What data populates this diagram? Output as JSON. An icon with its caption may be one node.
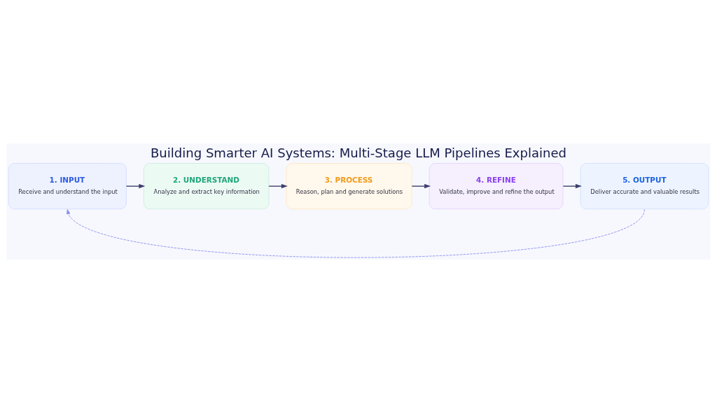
{
  "diagram": {
    "title": "Building Smarter AI Systems: Multi-Stage LLM Pipelines Explained",
    "nodes": [
      {
        "text": [
          "1. INPUT",
          "Receive and understand the input"
        ]
      },
      {
        "text": [
          "2. UNDERSTAND",
          "Analyze and extract key information"
        ]
      },
      {
        "text": [
          "3. PROCESS",
          "Reason, plan and generate solutions"
        ]
      },
      {
        "text": [
          "4. REFINE",
          "Validate, improve and refine the output"
        ]
      },
      {
        "text": [
          "5. OUTPUT",
          "Deliver accurate and valuable results"
        ]
      }
    ],
    "edges": [
      {
        "from": 0,
        "to": 1,
        "arrow": "to"
      },
      {
        "from": 1,
        "to": 2,
        "arrow": "to"
      },
      {
        "from": 2,
        "to": 3,
        "arrow": "to"
      },
      {
        "from": 3,
        "to": 4,
        "arrow": "to"
      },
      {
        "from": 4,
        "to": 0,
        "arrow": "to",
        "style": "dashed",
        "color": "#8b8ff0"
      }
    ]
  }
}
